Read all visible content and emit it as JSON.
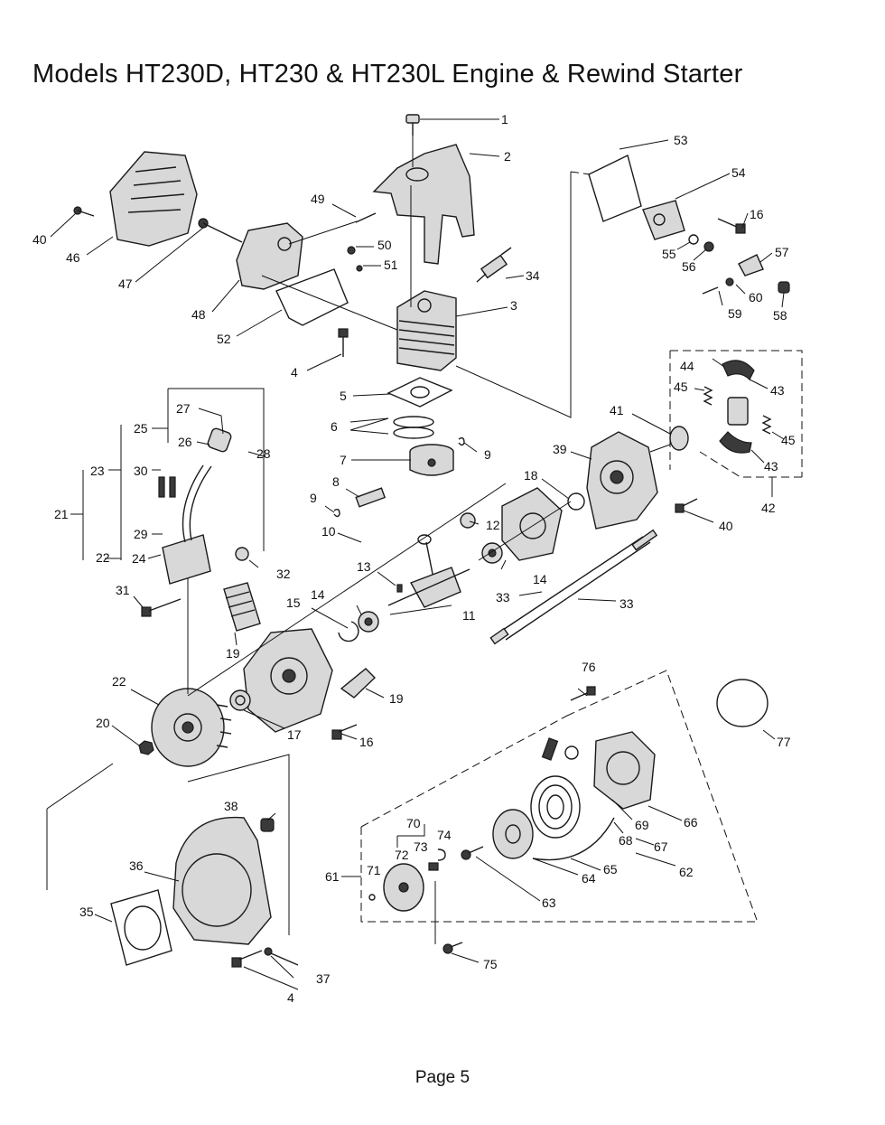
{
  "title": "Models HT230D, HT230 & HT230L Engine & Rewind Starter",
  "footer": "Page 5",
  "callouts": [
    "1",
    "2",
    "3",
    "4",
    "5",
    "6",
    "7",
    "8",
    "9",
    "9",
    "10",
    "11",
    "12",
    "13",
    "14",
    "14",
    "15",
    "16",
    "16",
    "17",
    "18",
    "19",
    "19",
    "20",
    "21",
    "22",
    "22",
    "23",
    "24",
    "25",
    "26",
    "27",
    "28",
    "29",
    "30",
    "31",
    "32",
    "33",
    "33",
    "34",
    "35",
    "36",
    "37",
    "38",
    "39",
    "40",
    "40",
    "41",
    "42",
    "43",
    "43",
    "44",
    "45",
    "45",
    "46",
    "47",
    "48",
    "49",
    "50",
    "51",
    "52",
    "53",
    "54",
    "55",
    "56",
    "57",
    "58",
    "59",
    "60",
    "61",
    "62",
    "63",
    "64",
    "65",
    "66",
    "67",
    "68",
    "69",
    "70",
    "71",
    "72",
    "73",
    "74",
    "75",
    "76",
    "77",
    "4"
  ]
}
